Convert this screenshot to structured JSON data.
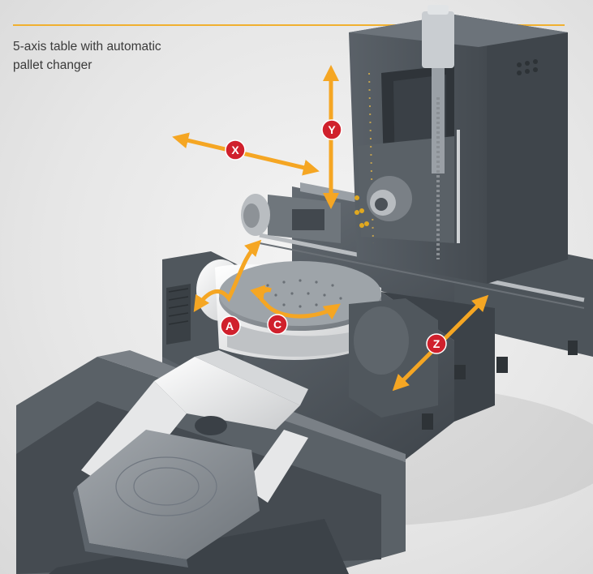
{
  "caption": {
    "line1": "5-axis table with automatic",
    "line2": "pallet changer"
  },
  "axes": {
    "x": "X",
    "y": "Y",
    "z": "Z",
    "a": "A",
    "c": "C"
  },
  "colors": {
    "accent_rule": "#f0b030",
    "arrow": "#f5a623",
    "marker": "#d0202c",
    "machine_dark": "#4a5158",
    "machine_mid": "#5d646b",
    "machine_light": "#8b9197",
    "table_white": "#e8e9ea",
    "background": "#e9e9e9"
  }
}
